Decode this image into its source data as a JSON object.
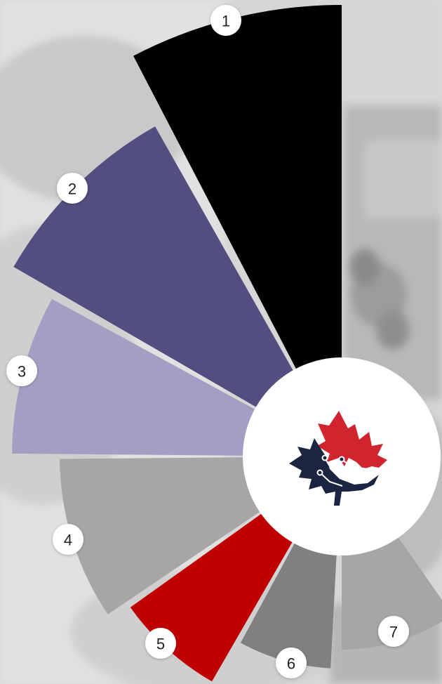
{
  "segments": [
    {
      "number": "1",
      "color": "#000000"
    },
    {
      "number": "2",
      "color": "#524e80"
    },
    {
      "number": "3",
      "color": "#a39fc2"
    },
    {
      "number": "4",
      "color": "#a6a6a6"
    },
    {
      "number": "5",
      "color": "#c00000"
    },
    {
      "number": "6",
      "color": "#808080"
    },
    {
      "number": "7",
      "color": "#a6a6a6"
    }
  ],
  "hub": {
    "logo": "maple-leaf-circuit-logo",
    "colors": {
      "red": "#d0252f",
      "navy": "#1b2440",
      "white": "#ffffff"
    }
  },
  "background": "machinery-photo-faded"
}
